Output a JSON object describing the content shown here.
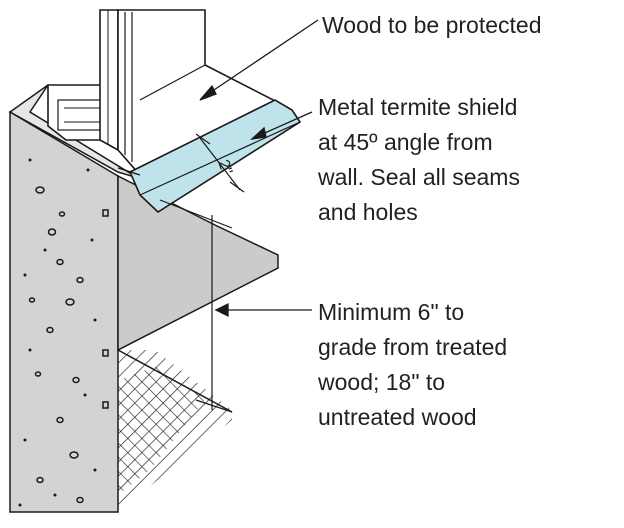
{
  "labels": {
    "wood": "Wood to be protected",
    "shield": [
      "Metal termite shield",
      "at 45º angle from",
      "wall. Seal all seams",
      "and holes"
    ],
    "dimension": "2\"",
    "grade": [
      "Minimum 6\" to",
      "grade from treated",
      "wood; 18\" to",
      "untreated wood"
    ]
  },
  "colors": {
    "shield_fill": "#bfe3ea",
    "wall_face": "#d3d3d3",
    "wall_top": "#e6e6e6",
    "wall_side": "#c3c3c3",
    "line": "#1a1a1a"
  }
}
